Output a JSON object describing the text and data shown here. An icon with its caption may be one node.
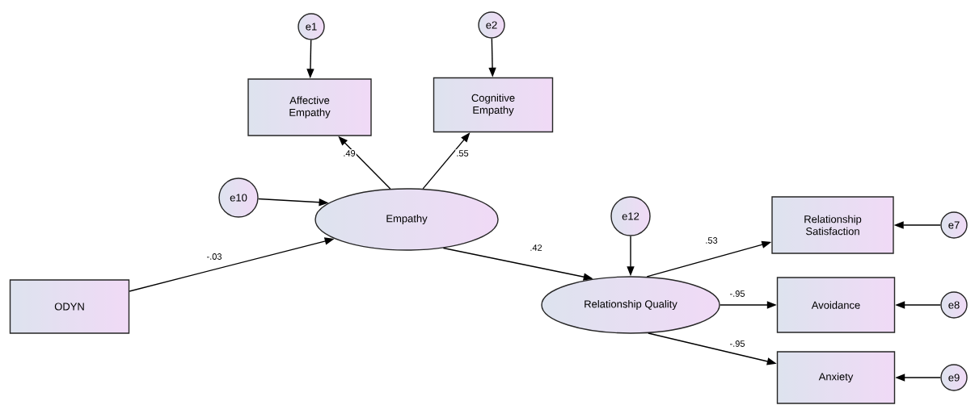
{
  "diagram": {
    "nodes": [
      {
        "text": [
          "e1"
        ]
      },
      {
        "text": [
          "e2"
        ]
      },
      {
        "text": [
          "Affective Empathy"
        ]
      },
      {
        "text": [
          "Cognitive Empathy"
        ]
      },
      {
        "text": [
          "e10"
        ]
      },
      {
        "text": [
          "Empathy"
        ]
      },
      {
        "text": [
          "e12"
        ]
      },
      {
        "text": [
          "ODYN"
        ]
      },
      {
        "text": [
          "Relationship Satisfaction"
        ]
      },
      {
        "text": [
          "Relationship Quality"
        ]
      },
      {
        "text": [
          "e7"
        ]
      },
      {
        "text": [
          "Avoidance"
        ]
      },
      {
        "text": [
          "e8"
        ]
      },
      {
        "text": [
          "Anxiety"
        ]
      },
      {
        "text": [
          "e9"
        ]
      }
    ],
    "edges": [
      {
        "from": 0,
        "to": 2,
        "arrow": "to"
      },
      {
        "from": 1,
        "to": 3,
        "arrow": "to"
      },
      {
        "from": 5,
        "to": 2,
        "arrow": "to",
        "label": ".49"
      },
      {
        "from": 5,
        "to": 3,
        "arrow": "to",
        "label": ".55"
      },
      {
        "from": 4,
        "to": 5,
        "arrow": "to"
      },
      {
        "from": 7,
        "to": 5,
        "arrow": "to",
        "label": "-.03"
      },
      {
        "from": 5,
        "to": 9,
        "arrow": "to",
        "label": ".42"
      },
      {
        "from": 6,
        "to": 9,
        "arrow": "to"
      },
      {
        "from": 9,
        "to": 8,
        "arrow": "to",
        "label": ".53"
      },
      {
        "from": 9,
        "to": 11,
        "arrow": "to",
        "label": "-.95"
      },
      {
        "from": 9,
        "to": 13,
        "arrow": "to",
        "label": "-.95"
      },
      {
        "from": 10,
        "to": 8,
        "arrow": "to"
      },
      {
        "from": 12,
        "to": 11,
        "arrow": "to"
      },
      {
        "from": 14,
        "to": 13,
        "arrow": "to"
      }
    ]
  }
}
